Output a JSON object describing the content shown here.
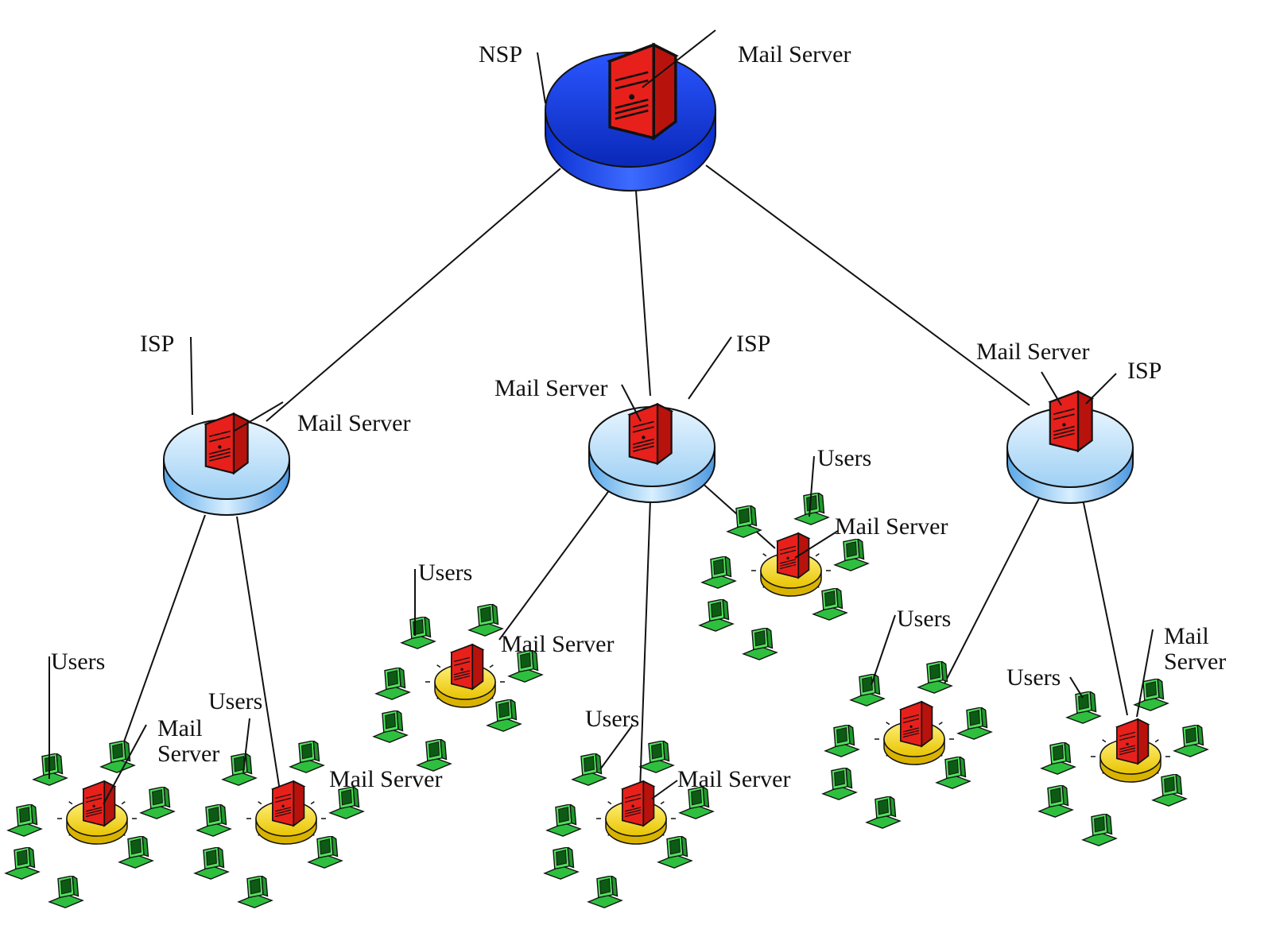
{
  "labels": {
    "top_nsp": "NSP",
    "top_mail": "Mail Server",
    "isp_left": "ISP",
    "isp_left_mail": "Mail Server",
    "isp_mid": "ISP",
    "isp_mid_mail": "Mail Server",
    "isp_right": "ISP",
    "isp_right_mail": "Mail Server",
    "c1_users": "Users",
    "c1_mail_1": "Mail",
    "c1_mail_2": "Server",
    "c2_users": "Users",
    "c2_mail": "Mail Server",
    "c3_users": "Users",
    "c3_mail": "Mail Server",
    "c4_users": "Users",
    "c4_mail": "Mail Server",
    "c5_users": "Users",
    "c5_mail": "Mail Server",
    "c6_users": "Users",
    "c7_users": "Users",
    "c7_mail_1": "Mail",
    "c7_mail_2": "Server"
  },
  "colors": {
    "nsp_disc": "#1a3fe0",
    "isp_disc": "#bfe2fb",
    "cluster_disc": "#f6d928",
    "server": "#e8201b",
    "user_pc": "#37d24a"
  },
  "icons": {
    "server": "server-tower-icon",
    "user": "desktop-computer-icon"
  }
}
